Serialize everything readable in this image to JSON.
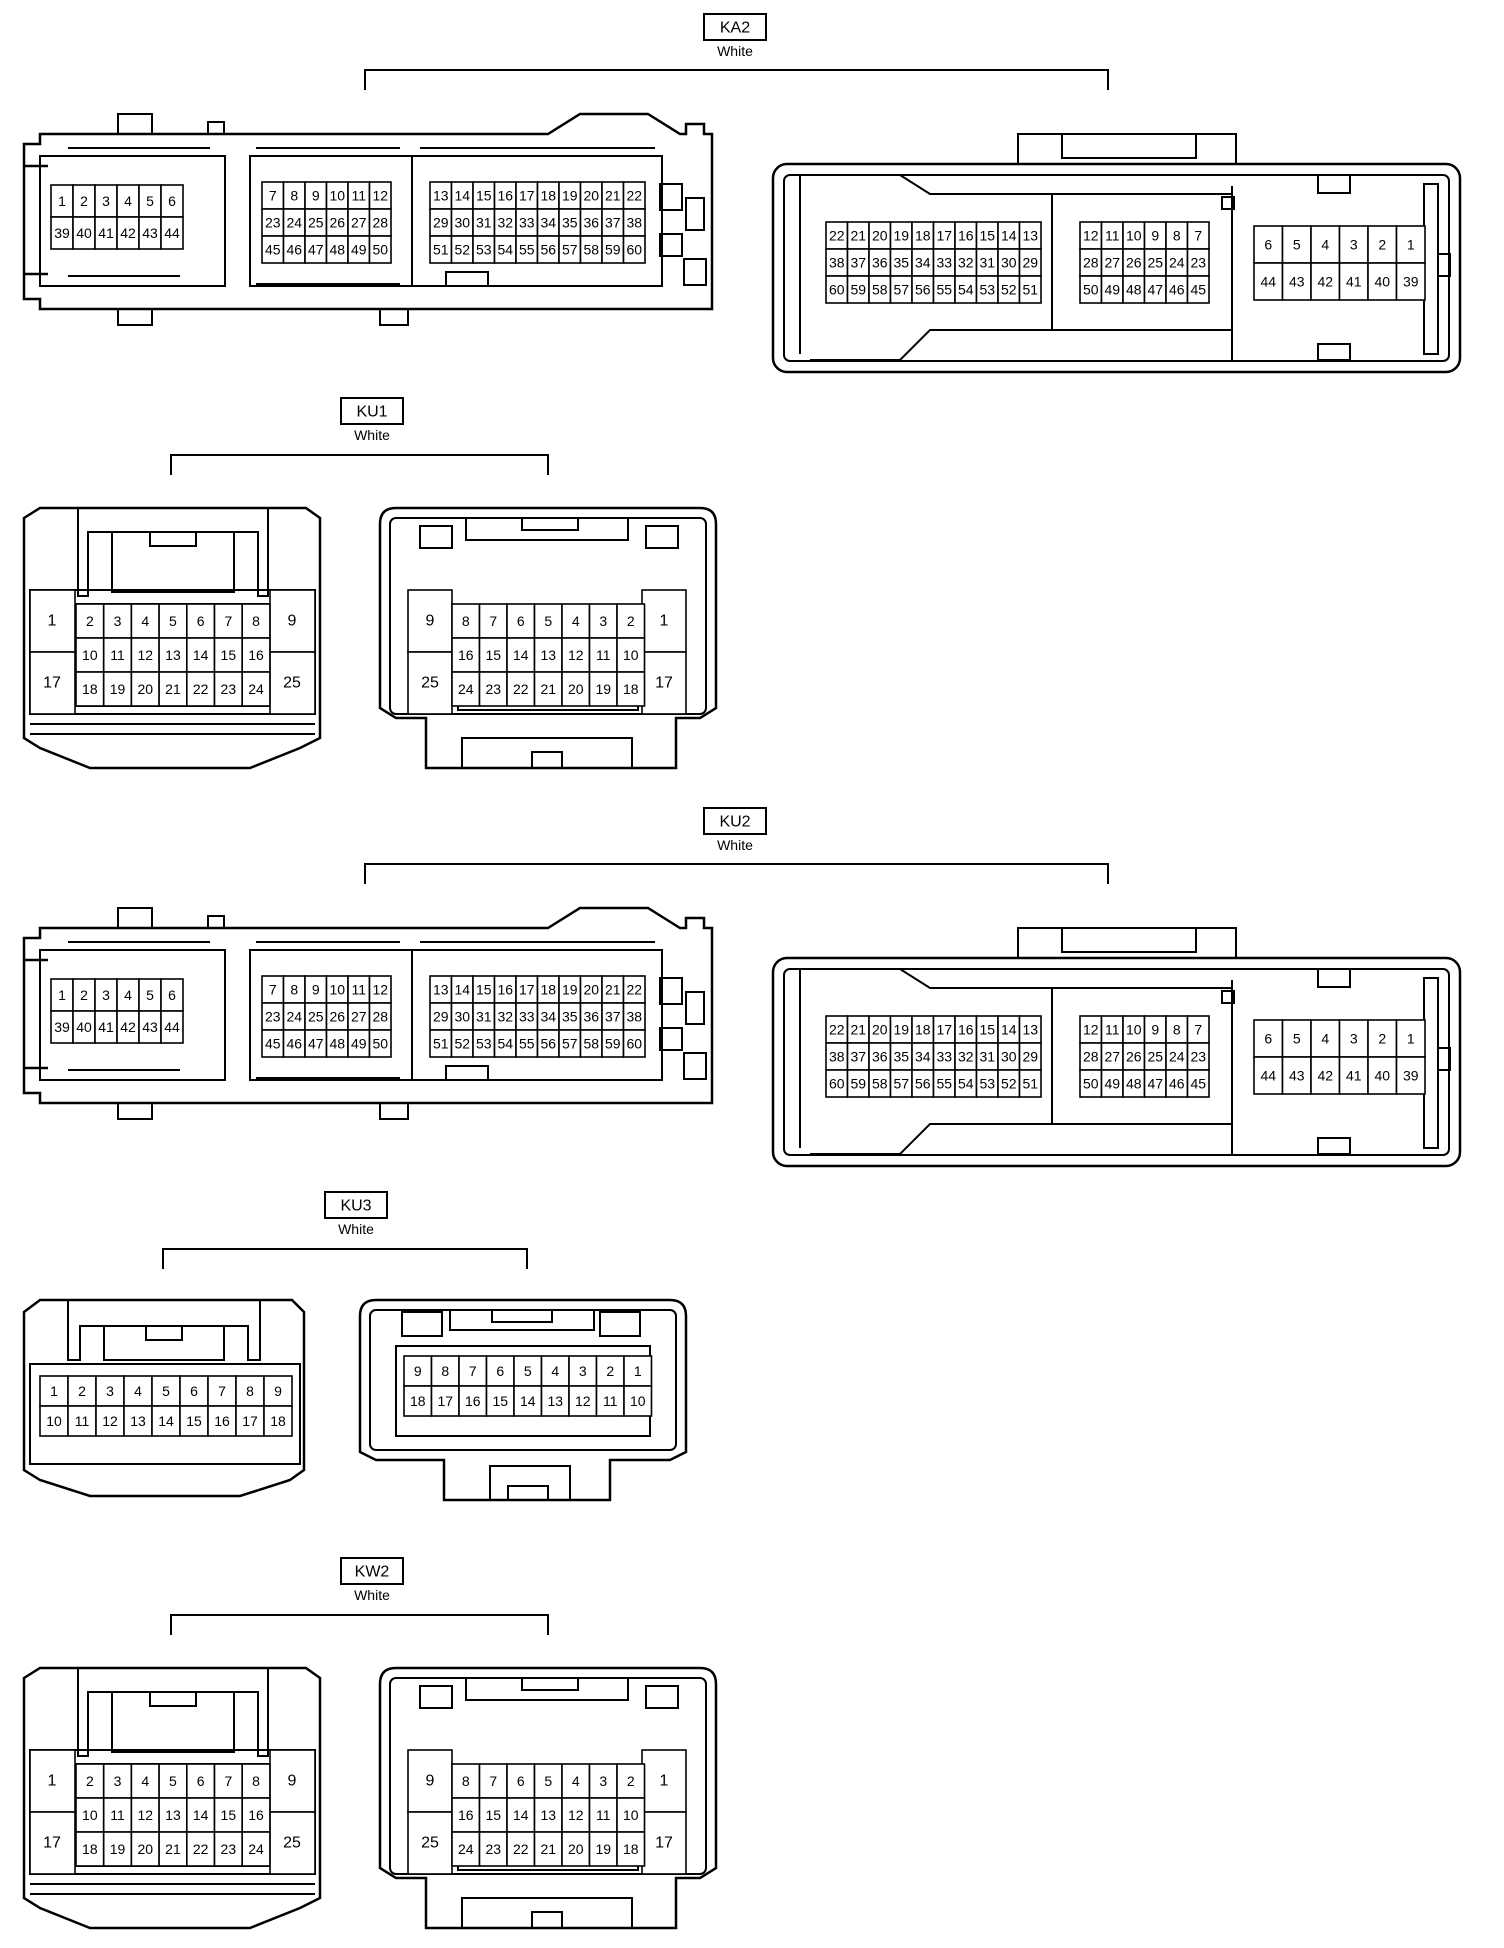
{
  "connectors": [
    {
      "id": "KA2",
      "color": "White",
      "type": "ecu60",
      "left_grids": [
        {
          "rows": [
            [
              "1",
              "2",
              "3",
              "4",
              "5",
              "6"
            ],
            [
              "39",
              "40",
              "41",
              "42",
              "43",
              "44"
            ]
          ]
        },
        {
          "rows": [
            [
              "7",
              "8",
              "9",
              "10",
              "11",
              "12"
            ],
            [
              "23",
              "24",
              "25",
              "26",
              "27",
              "28"
            ],
            [
              "45",
              "46",
              "47",
              "48",
              "49",
              "50"
            ]
          ]
        },
        {
          "rows": [
            [
              "13",
              "14",
              "15",
              "16",
              "17",
              "18",
              "19",
              "20",
              "21",
              "22"
            ],
            [
              "29",
              "30",
              "31",
              "32",
              "33",
              "34",
              "35",
              "36",
              "37",
              "38"
            ],
            [
              "51",
              "52",
              "53",
              "54",
              "55",
              "56",
              "57",
              "58",
              "59",
              "60"
            ]
          ]
        }
      ],
      "right_grids": [
        {
          "rows": [
            [
              "22",
              "21",
              "20",
              "19",
              "18",
              "17",
              "16",
              "15",
              "14",
              "13"
            ],
            [
              "38",
              "37",
              "36",
              "35",
              "34",
              "33",
              "32",
              "31",
              "30",
              "29"
            ],
            [
              "60",
              "59",
              "58",
              "57",
              "56",
              "55",
              "54",
              "53",
              "52",
              "51"
            ]
          ]
        },
        {
          "rows": [
            [
              "12",
              "11",
              "10",
              "9",
              "8",
              "7"
            ],
            [
              "28",
              "27",
              "26",
              "25",
              "24",
              "23"
            ],
            [
              "50",
              "49",
              "48",
              "47",
              "46",
              "45"
            ]
          ]
        },
        {
          "rows": [
            [
              "6",
              "5",
              "4",
              "3",
              "2",
              "1"
            ],
            [
              "44",
              "43",
              "42",
              "41",
              "40",
              "39"
            ]
          ]
        }
      ]
    },
    {
      "id": "KU1",
      "color": "White",
      "type": "plug25",
      "left": {
        "side_left": [
          "1",
          "17"
        ],
        "side_right": [
          "9",
          "25"
        ],
        "rows": [
          [
            "2",
            "3",
            "4",
            "5",
            "6",
            "7",
            "8"
          ],
          [
            "10",
            "11",
            "12",
            "13",
            "14",
            "15",
            "16"
          ],
          [
            "18",
            "19",
            "20",
            "21",
            "22",
            "23",
            "24"
          ]
        ]
      },
      "right": {
        "side_left": [
          "9",
          "25"
        ],
        "side_right": [
          "1",
          "17"
        ],
        "rows": [
          [
            "8",
            "7",
            "6",
            "5",
            "4",
            "3",
            "2"
          ],
          [
            "16",
            "15",
            "14",
            "13",
            "12",
            "11",
            "10"
          ],
          [
            "24",
            "23",
            "22",
            "21",
            "20",
            "19",
            "18"
          ]
        ]
      }
    },
    {
      "id": "KU2",
      "color": "White",
      "type": "ecu60",
      "left_grids": [
        {
          "rows": [
            [
              "1",
              "2",
              "3",
              "4",
              "5",
              "6"
            ],
            [
              "39",
              "40",
              "41",
              "42",
              "43",
              "44"
            ]
          ]
        },
        {
          "rows": [
            [
              "7",
              "8",
              "9",
              "10",
              "11",
              "12"
            ],
            [
              "23",
              "24",
              "25",
              "26",
              "27",
              "28"
            ],
            [
              "45",
              "46",
              "47",
              "48",
              "49",
              "50"
            ]
          ]
        },
        {
          "rows": [
            [
              "13",
              "14",
              "15",
              "16",
              "17",
              "18",
              "19",
              "20",
              "21",
              "22"
            ],
            [
              "29",
              "30",
              "31",
              "32",
              "33",
              "34",
              "35",
              "36",
              "37",
              "38"
            ],
            [
              "51",
              "52",
              "53",
              "54",
              "55",
              "56",
              "57",
              "58",
              "59",
              "60"
            ]
          ]
        }
      ],
      "right_grids": [
        {
          "rows": [
            [
              "22",
              "21",
              "20",
              "19",
              "18",
              "17",
              "16",
              "15",
              "14",
              "13"
            ],
            [
              "38",
              "37",
              "36",
              "35",
              "34",
              "33",
              "32",
              "31",
              "30",
              "29"
            ],
            [
              "60",
              "59",
              "58",
              "57",
              "56",
              "55",
              "54",
              "53",
              "52",
              "51"
            ]
          ]
        },
        {
          "rows": [
            [
              "12",
              "11",
              "10",
              "9",
              "8",
              "7"
            ],
            [
              "28",
              "27",
              "26",
              "25",
              "24",
              "23"
            ],
            [
              "50",
              "49",
              "48",
              "47",
              "46",
              "45"
            ]
          ]
        },
        {
          "rows": [
            [
              "6",
              "5",
              "4",
              "3",
              "2",
              "1"
            ],
            [
              "44",
              "43",
              "42",
              "41",
              "40",
              "39"
            ]
          ]
        }
      ]
    },
    {
      "id": "KU3",
      "color": "White",
      "type": "plug18",
      "left": {
        "rows": [
          [
            "1",
            "2",
            "3",
            "4",
            "5",
            "6",
            "7",
            "8",
            "9"
          ],
          [
            "10",
            "11",
            "12",
            "13",
            "14",
            "15",
            "16",
            "17",
            "18"
          ]
        ]
      },
      "right": {
        "rows": [
          [
            "9",
            "8",
            "7",
            "6",
            "5",
            "4",
            "3",
            "2",
            "1"
          ],
          [
            "18",
            "17",
            "16",
            "15",
            "14",
            "13",
            "12",
            "11",
            "10"
          ]
        ]
      }
    },
    {
      "id": "KW2",
      "color": "White",
      "type": "plug25",
      "left": {
        "side_left": [
          "1",
          "17"
        ],
        "side_right": [
          "9",
          "25"
        ],
        "rows": [
          [
            "2",
            "3",
            "4",
            "5",
            "6",
            "7",
            "8"
          ],
          [
            "10",
            "11",
            "12",
            "13",
            "14",
            "15",
            "16"
          ],
          [
            "18",
            "19",
            "20",
            "21",
            "22",
            "23",
            "24"
          ]
        ]
      },
      "right": {
        "side_left": [
          "9",
          "25"
        ],
        "side_right": [
          "1",
          "17"
        ],
        "rows": [
          [
            "8",
            "7",
            "6",
            "5",
            "4",
            "3",
            "2"
          ],
          [
            "16",
            "15",
            "14",
            "13",
            "12",
            "11",
            "10"
          ],
          [
            "24",
            "23",
            "22",
            "21",
            "20",
            "19",
            "18"
          ]
        ]
      }
    }
  ]
}
